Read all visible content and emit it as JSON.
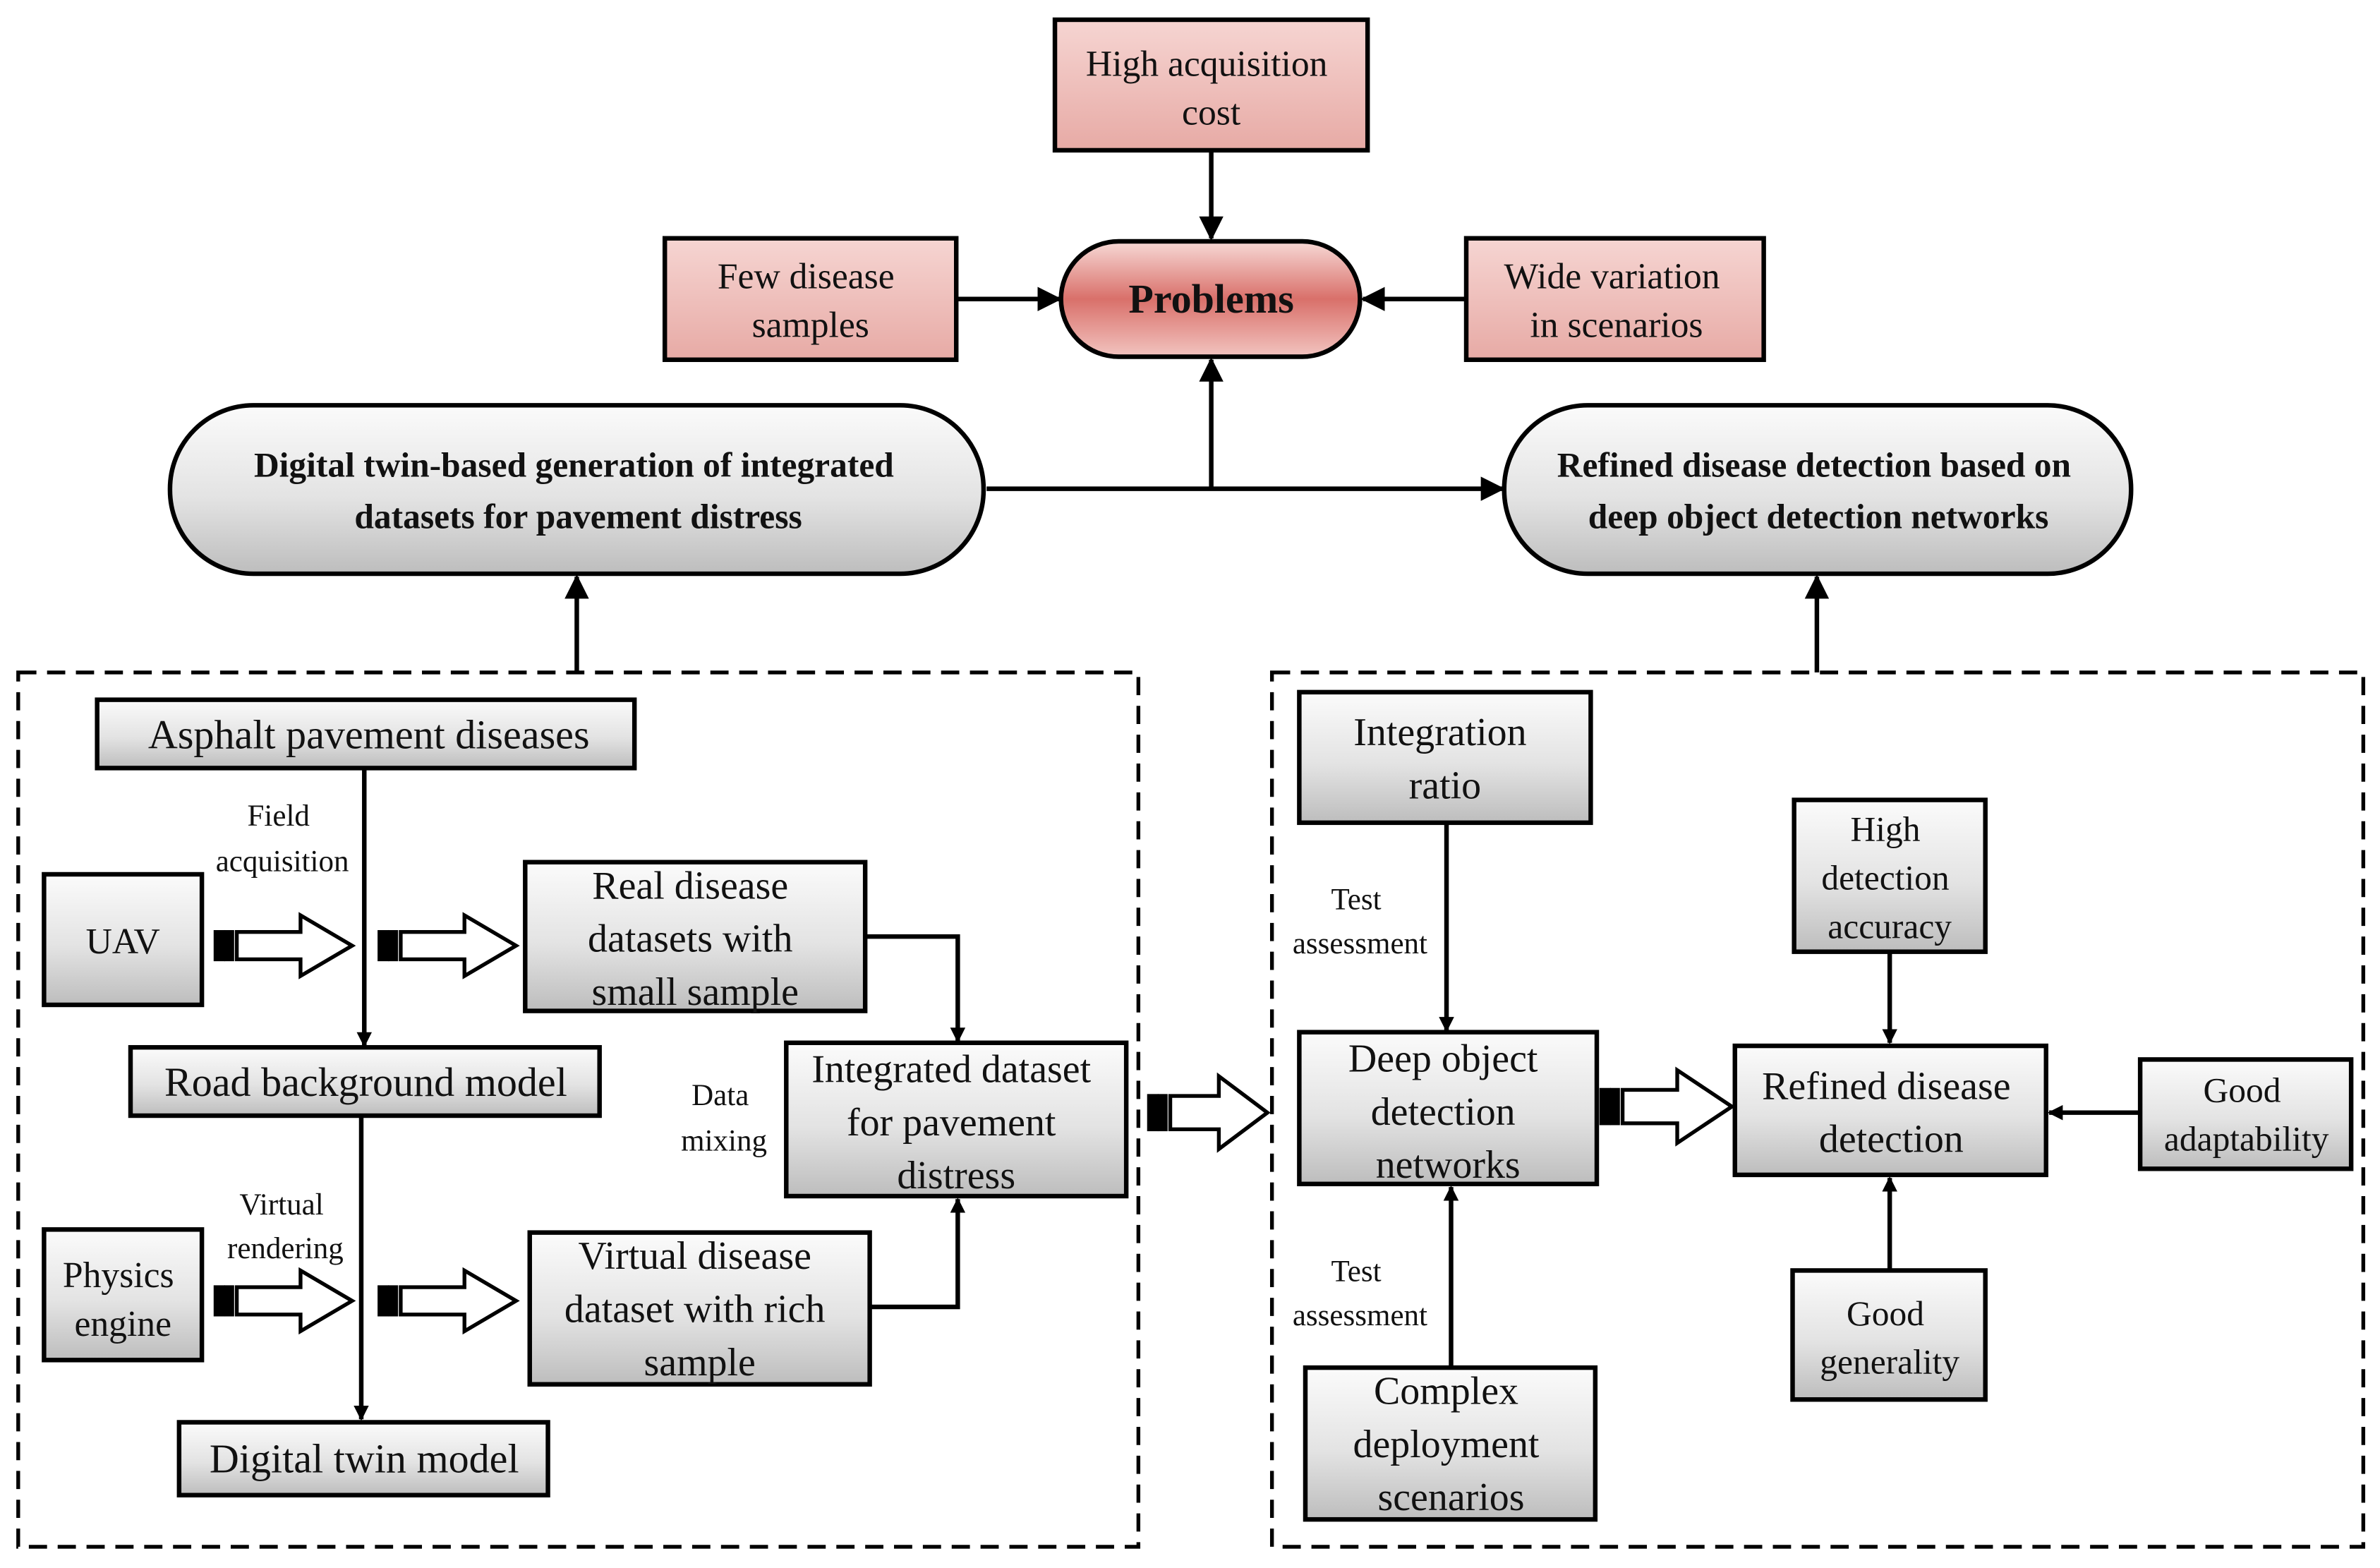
{
  "problems": {
    "center": "Problems",
    "top": [
      "High acquisition",
      "cost"
    ],
    "left": [
      "Few disease",
      "samples"
    ],
    "right": [
      "Wide variation",
      "in scenarios"
    ]
  },
  "method_left": [
    "Digital twin-based generation of integrated",
    "datasets for pavement distress"
  ],
  "method_right": [
    "Refined disease detection based on",
    "deep object detection networks"
  ],
  "left_panel": {
    "asphalt": [
      "Asphalt pavement diseases"
    ],
    "field_acq": [
      "Field",
      "acquisition"
    ],
    "uav": [
      "UAV"
    ],
    "real_ds": [
      "Real disease",
      "datasets with",
      "small sample"
    ],
    "road_bg": [
      "Road background model"
    ],
    "data_mixing": [
      "Data",
      "mixing"
    ],
    "integrated": [
      "Integrated dataset",
      "for pavement",
      "distress"
    ],
    "virtual_rendering": [
      "Virtual",
      "rendering"
    ],
    "physics": [
      "Physics",
      "engine"
    ],
    "virtual_ds": [
      "Virtual disease",
      "dataset with rich",
      "sample"
    ],
    "digital_twin": [
      "Digital twin model"
    ]
  },
  "right_panel": {
    "integration_ratio": [
      "Integration",
      "ratio"
    ],
    "test1": [
      "Test",
      "assessment"
    ],
    "high_acc": [
      "High",
      "detection",
      "accuracy"
    ],
    "deep_net": [
      "Deep object",
      "detection",
      "networks"
    ],
    "refined": [
      "Refined disease",
      "detection"
    ],
    "good_adapt": [
      "Good",
      "adaptability"
    ],
    "test2": [
      "Test",
      "assessment"
    ],
    "complex": [
      "Complex",
      "deployment",
      "scenarios"
    ],
    "good_gen": [
      "Good",
      "generality"
    ]
  }
}
